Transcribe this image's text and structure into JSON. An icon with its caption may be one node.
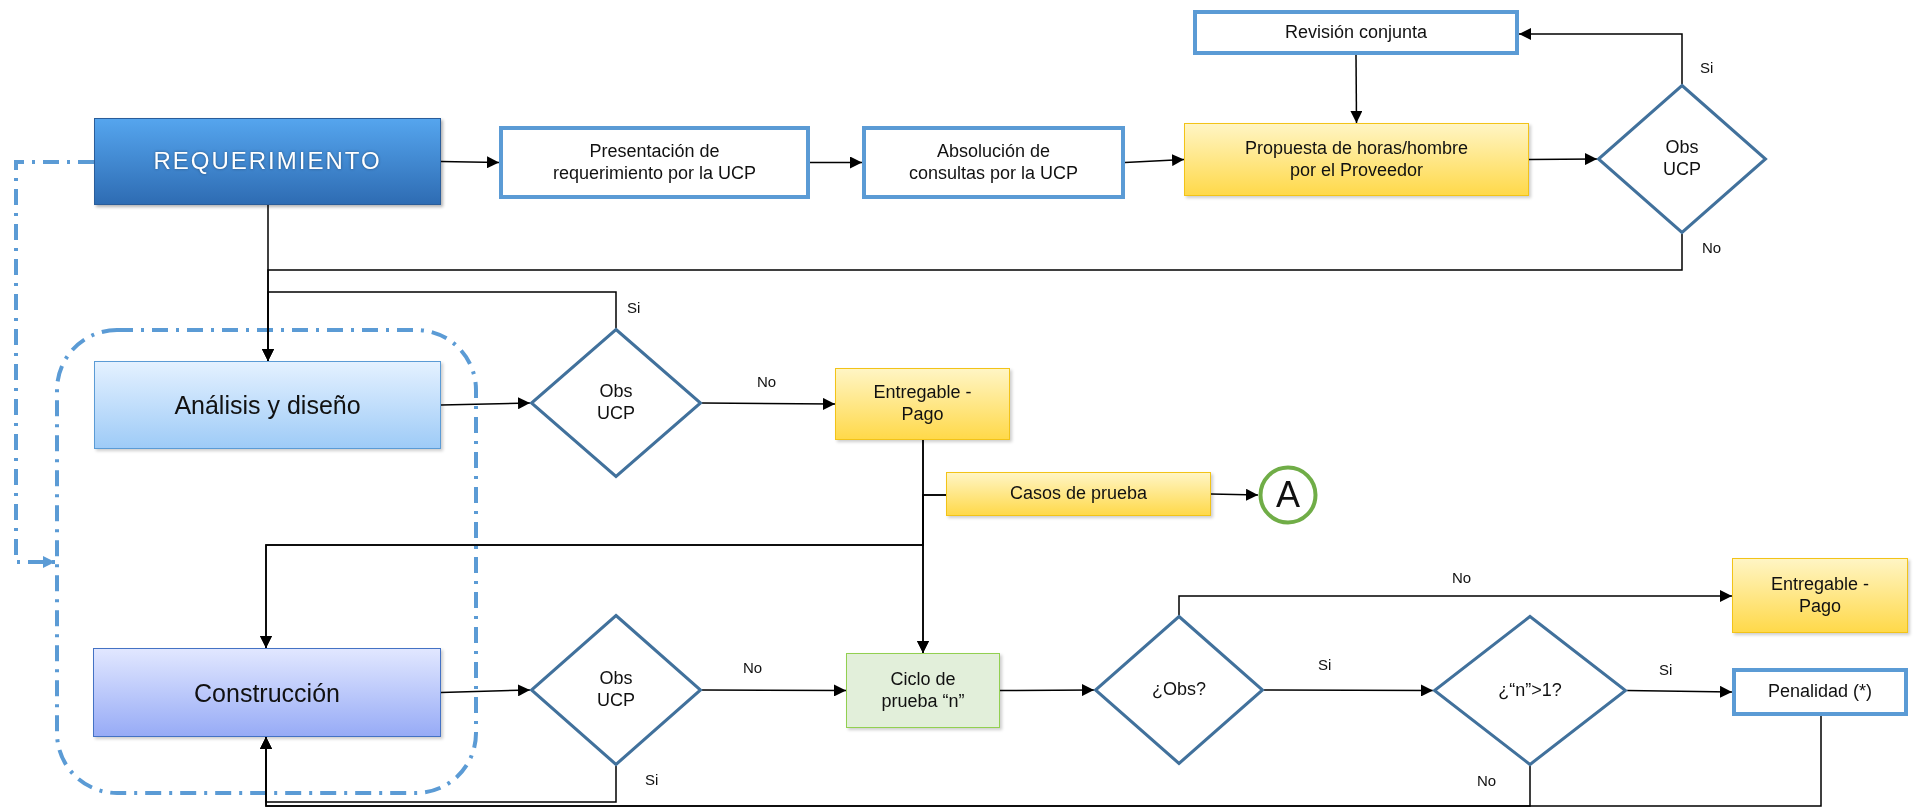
{
  "diagram": {
    "nodes": [
      {
        "text": [
          "REQUERIMIENTO"
        ]
      },
      {
        "text": [
          "Presentación de requerimiento por la UCP"
        ]
      },
      {
        "text": [
          "Absolución de consultas por la UCP"
        ]
      },
      {
        "text": [
          "Revisión conjunta"
        ]
      },
      {
        "text": [
          "Propuesta de horas/hombre por el Proveedor"
        ]
      },
      {
        "text": [
          "Obs UCP"
        ]
      },
      {
        "text": [],
        "shape": "box"
      },
      {
        "text": [
          "Análisis y diseño"
        ],
        "in": 6
      },
      {
        "text": [
          "Obs UCP"
        ]
      },
      {
        "text": [
          "Entregable - Pago"
        ]
      },
      {
        "text": [
          "Casos de prueba"
        ]
      },
      {
        "text": [
          "A"
        ]
      },
      {
        "text": [
          "Construcción"
        ],
        "in": 6
      },
      {
        "text": [
          "Obs UCP"
        ]
      },
      {
        "text": [
          "Ciclo de prueba “n”"
        ]
      },
      {
        "text": [
          "¿Obs?"
        ]
      },
      {
        "text": [
          "¿“n”>1?"
        ]
      },
      {
        "text": [
          "Entregable - Pago"
        ]
      },
      {
        "text": [
          "Penalidad (*)"
        ]
      }
    ],
    "edges": [
      {
        "from": 0,
        "to": 1,
        "arrow": "to"
      },
      {
        "from": 1,
        "to": 2,
        "arrow": "to"
      },
      {
        "from": 2,
        "to": 4,
        "arrow": "to"
      },
      {
        "from": 3,
        "to": 4,
        "arrow": "to"
      },
      {
        "from": 4,
        "to": 5,
        "arrow": "to"
      },
      {
        "from": 5,
        "to": 3,
        "arrow": "to",
        "label": "Si"
      },
      {
        "from": 5,
        "to": 7,
        "arrow": "to",
        "label": "No"
      },
      {
        "from": 0,
        "to": 7,
        "arrow": "to"
      },
      {
        "from": 8,
        "to": 7,
        "arrow": "to",
        "label": "Si"
      },
      {
        "from": 7,
        "to": 8,
        "arrow": "to"
      },
      {
        "from": 8,
        "to": 9,
        "arrow": "to",
        "label": "No"
      },
      {
        "from": 9,
        "to": 14,
        "arrow": "to"
      },
      {
        "from": 9,
        "to": 12,
        "arrow": "to"
      },
      {
        "from": 10,
        "to": 14,
        "arrow": "to"
      },
      {
        "from": 10,
        "to": 12,
        "arrow": "to"
      },
      {
        "from": 10,
        "to": 11,
        "arrow": "to"
      },
      {
        "from": 12,
        "to": 13,
        "arrow": "to"
      },
      {
        "from": 13,
        "to": 14,
        "arrow": "to",
        "label": "No"
      },
      {
        "from": 14,
        "to": 15,
        "arrow": "to"
      },
      {
        "from": 15,
        "to": 17,
        "arrow": "to",
        "label": "No"
      },
      {
        "from": 15,
        "to": 16,
        "arrow": "to",
        "label": "Si"
      },
      {
        "from": 16,
        "to": 18,
        "arrow": "to",
        "label": "Si"
      },
      {
        "from": 13,
        "to": 12,
        "arrow": "to",
        "label": "Si"
      },
      {
        "from": 16,
        "to": 12,
        "arrow": "to",
        "label": "No"
      },
      {
        "from": 18,
        "to": 12,
        "arrow": "to"
      },
      {
        "from": 0,
        "to": 6,
        "arrow": "to",
        "style": "dashed",
        "color": "#5b9bd5"
      }
    ]
  }
}
